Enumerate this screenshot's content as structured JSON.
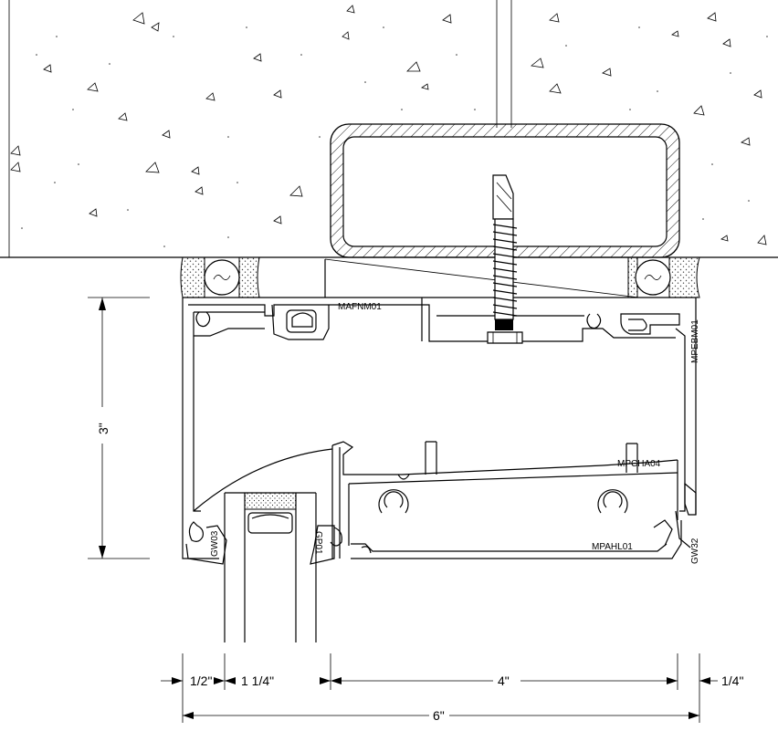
{
  "labels": {
    "mafnm01": "MAFNM01",
    "mpebm01": "MPEBM01",
    "mpcha04": "MPCHA04",
    "mpahl01": "MPAHL01",
    "gw32": "GW32",
    "gw03": "GW03",
    "gp01": "GP01"
  },
  "dimensions": {
    "height": "3\"",
    "bottom": [
      "1/2\"",
      "1 1/4\"",
      "4\"",
      "1/4\""
    ],
    "overall": "6\""
  }
}
